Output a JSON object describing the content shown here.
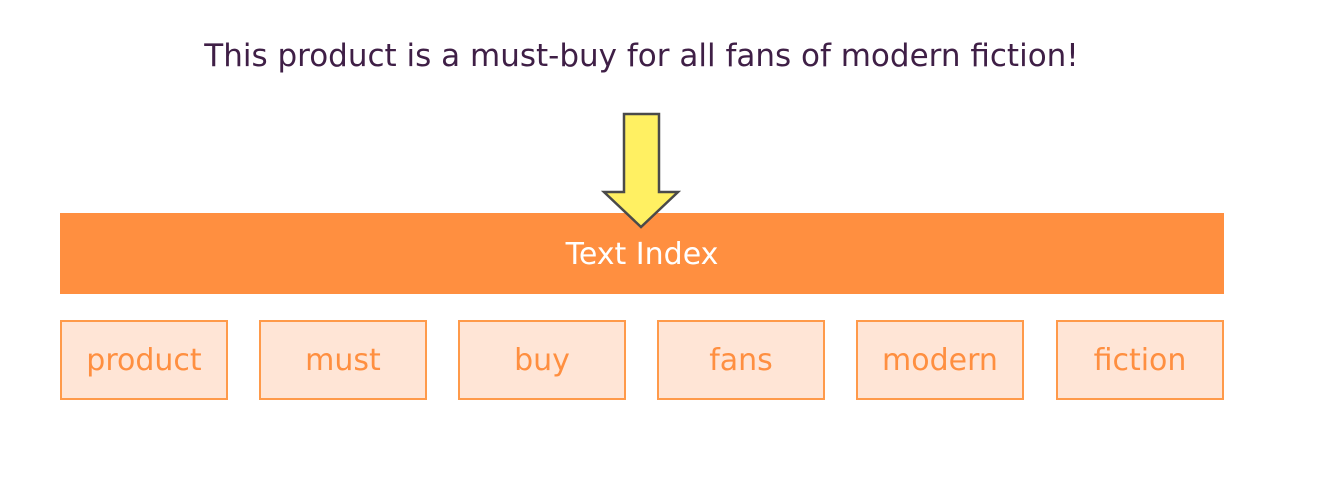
{
  "sentence": "This product is a must-buy for all fans of modern fiction!",
  "index_label": "Text Index",
  "tokens": [
    {
      "label": "product"
    },
    {
      "label": "must"
    },
    {
      "label": "buy"
    },
    {
      "label": "fans"
    },
    {
      "label": "modern"
    },
    {
      "label": "fiction"
    }
  ],
  "colors": {
    "sentence_text": "#3f1f46",
    "index_bar": "#ff8f40",
    "index_text": "#ffffff",
    "arrow_fill": "#fff062",
    "arrow_stroke": "#4a4a4a",
    "token_fill": "#ffe5d6",
    "token_border": "#ff9a4a",
    "token_text": "#ff8f40"
  },
  "icons": {
    "arrow": "down-arrow-icon"
  }
}
